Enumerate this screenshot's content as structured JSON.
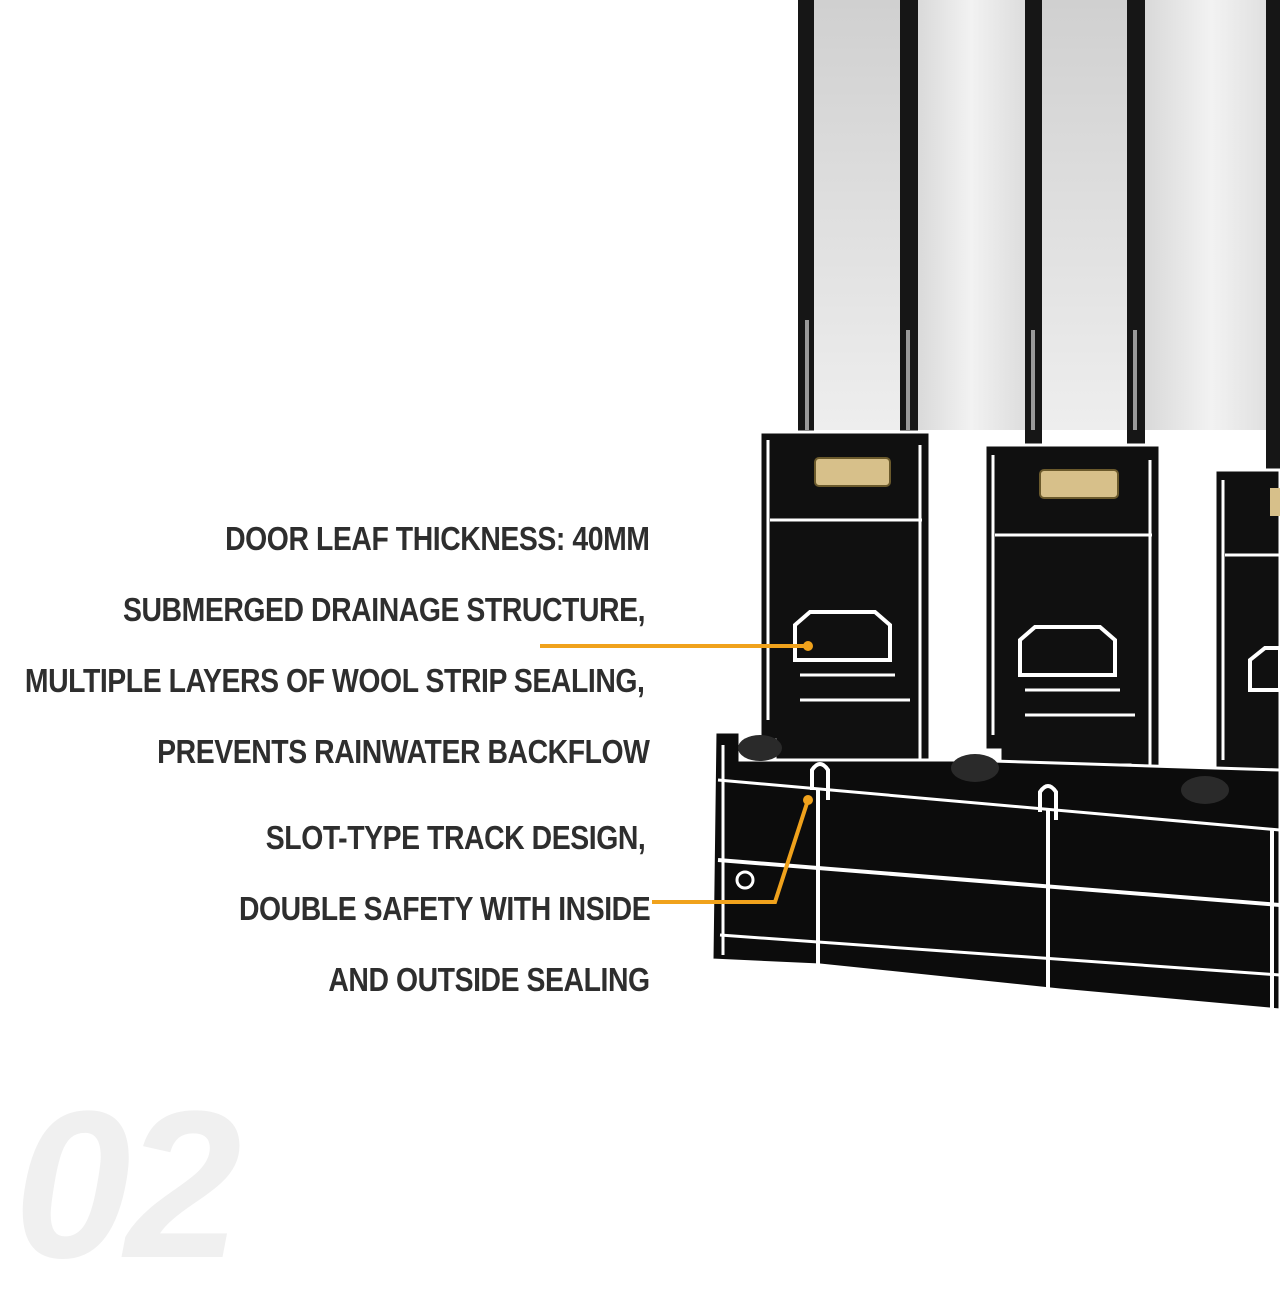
{
  "features": [
    "DOOR LEAF THICKNESS: 40MM",
    "SUBMERGED DRAINAGE STRUCTURE,",
    "MULTIPLE LAYERS OF WOOL STRIP SEALING,",
    "PREVENTS RAINWATER BACKFLOW",
    "SLOT-TYPE TRACK DESIGN,",
    "DOUBLE SAFETY WITH INSIDE",
    "AND OUTSIDE SEALING"
  ],
  "section_number": "02",
  "colors": {
    "text": "#2e2e2e",
    "callout": "#f0a21c",
    "profile": "#111111",
    "glass": "#e4e4e4",
    "section_number": "#f0f0f0"
  }
}
